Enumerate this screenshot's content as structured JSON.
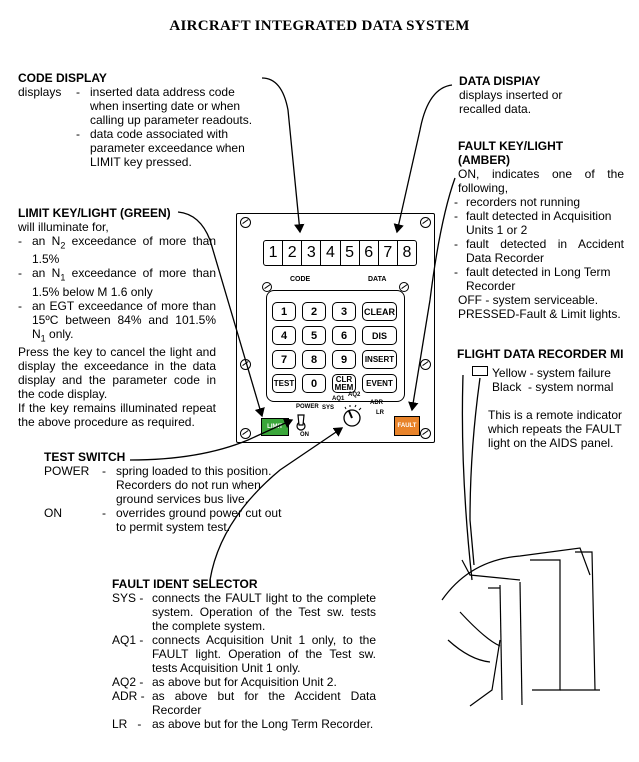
{
  "title": "AIRCRAFT INTEGRATED DATA SYSTEM",
  "code_display": {
    "heading": "CODE DISPLAY",
    "label": "displays",
    "dash": "-",
    "item1": "inserted data address code when inserting date or when calling up parameter readouts.",
    "item2": "data code associated with parameter exceedance when LIMIT key pressed."
  },
  "data_display": {
    "heading": "DATA DISPIAY",
    "text": "displays inserted or recalled data."
  },
  "fault_key": {
    "heading1": "FAULT KEY/LIGHT",
    "heading2": "(AMBER)",
    "intro": "ON, indicates one of the following,",
    "items": [
      "recorders not running",
      "fault detected in Acquisition Units 1 or 2",
      "fault detected in Accident Data Recorder",
      "fault detected in Long Term Recorder"
    ],
    "off": "OFF - system serviceable.",
    "pressed": "PRESSED-Fault & Limit lights."
  },
  "limit_key": {
    "heading": "LIMIT KEY/LIGHT (GREEN)",
    "intro": "will illuminate for,",
    "item1_pre": "an N",
    "item1_sub": "2",
    "item1_post": " exceedance of more than 1.5%",
    "item2_pre": "an N",
    "item2_sub": "1",
    "item2_post": " exceedance of more than 1.5% below M 1.6 only",
    "item3_pre": "an EGT exceedance of more than 15ºC between 84% and 101.5% N",
    "item3_sub": "1",
    "item3_post": " only.",
    "para1": "Press the key to cancel the light and display the exceedance in the data display and the parameter code in the code display.",
    "para2": "If the key remains illuminated repeat the above procedure as required."
  },
  "fdr": {
    "heading": "FLIGHT DATA RECORDER MI",
    "yellow": "Yellow - system failure",
    "black": "Black  - system normal",
    "remote": "This is a remote indicator which repeats the FAULT light on the AIDS panel."
  },
  "test_switch": {
    "heading": "TEST SWITCH",
    "power_k": "POWER",
    "power_v": "spring loaded to this position. Recorders do not run when ground services bus live.",
    "on_k": "ON",
    "on_v": "overrides ground power cut out to permit system test."
  },
  "selector": {
    "heading": "FAULT IDENT SELECTOR",
    "rows": [
      {
        "k": "SYS -",
        "v": "connects the FAULT light to the complete system.  Operation of the Test sw. tests the complete system."
      },
      {
        "k": "AQ1 -",
        "v": "connects Acquisition Unit 1 only, to the FAULT light.  Operation of the Test sw. tests Acquisition Unit 1 only."
      },
      {
        "k": "AQ2 -",
        "v": "as above but for Acquisition Unit 2."
      },
      {
        "k": "ADR -",
        "v": "as above but for the Accident Data Recorder"
      },
      {
        "k": "LR   -",
        "v": "as above but for the Long Term Recorder."
      }
    ]
  },
  "panel": {
    "digits": [
      "1",
      "2",
      "3",
      "4",
      "5",
      "6",
      "7",
      "8"
    ],
    "code_label": "CODE",
    "data_label": "DATA",
    "keys": [
      "1",
      "2",
      "3",
      "CLEAR",
      "4",
      "5",
      "6",
      "DIS",
      "7",
      "8",
      "9",
      "INSERT",
      "TEST",
      "0",
      "CLR MEM",
      "EVENT"
    ],
    "limit_label": "LIMIT",
    "fault_label": "FAULT",
    "power_label": "POWER",
    "on_label": "ON",
    "sel": [
      "AQ1",
      "AQ2",
      "SYS",
      "ADR",
      "LR"
    ]
  },
  "colors": {
    "limit": "#3aa63a",
    "fault": "#e8832a"
  }
}
